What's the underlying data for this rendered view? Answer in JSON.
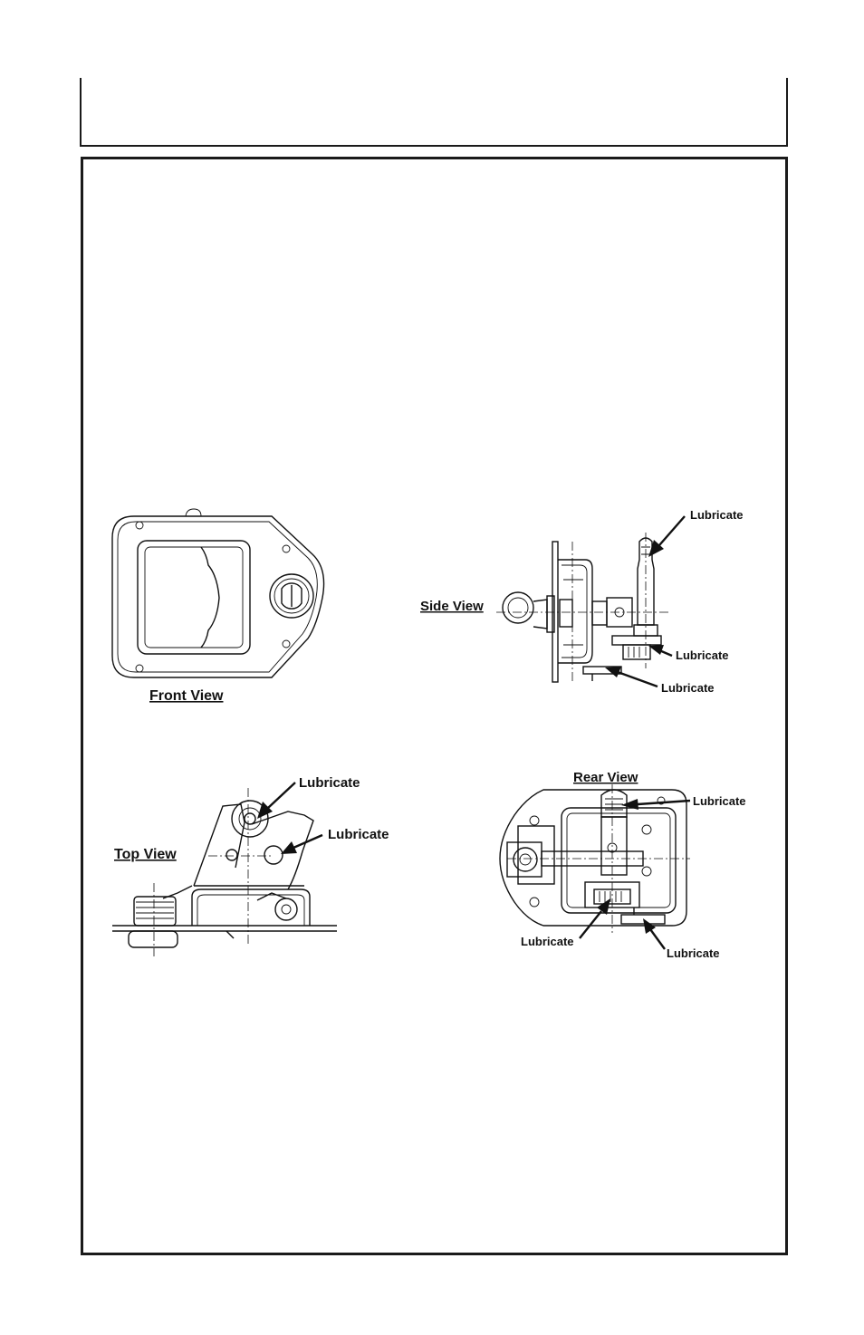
{
  "views": {
    "front": {
      "title": "Front View"
    },
    "side": {
      "title": "Side View",
      "callouts": [
        "Lubricate",
        "Lubricate",
        "Lubricate"
      ]
    },
    "top": {
      "title": "Top View",
      "callouts": [
        "Lubricate",
        "Lubricate"
      ]
    },
    "rear": {
      "title": "Rear View",
      "callouts": [
        "Lubricate",
        "Lubricate",
        "Lubricate"
      ]
    }
  }
}
